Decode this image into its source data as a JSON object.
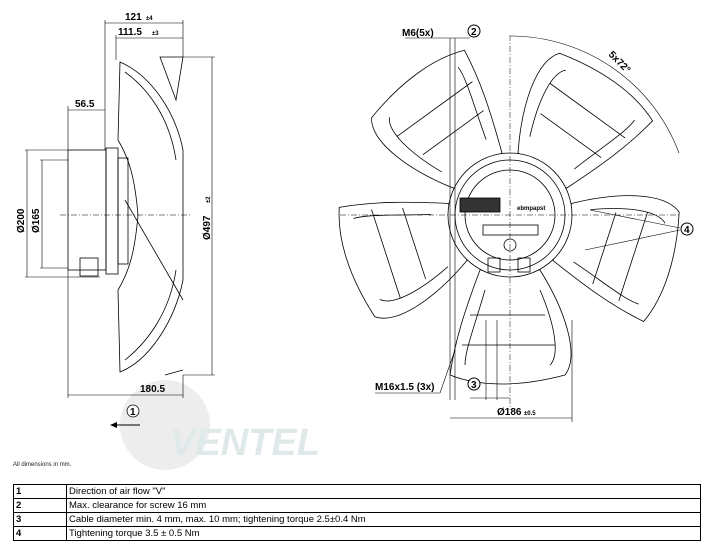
{
  "side_view": {
    "dim_121": "121",
    "tol_121": "±4",
    "dim_111": "111.5",
    "tol_111": "±3",
    "dim_56": "56.5",
    "dim_200": "Ø200",
    "dim_165": "Ø165",
    "dim_497": "Ø497",
    "tol_497": "±2",
    "dim_180": "180.5"
  },
  "front_view": {
    "m6": "M6(5x)",
    "angle": "5x72°",
    "m16": "M16x1.5 (3x)",
    "dim_186": "Ø186",
    "tol_186": "±0.5",
    "callout_2": "2",
    "callout_3": "3",
    "callout_4": "4",
    "brand": "ebmpapst"
  },
  "callout_1": "1",
  "watermark": "VENTEL",
  "note": "All dimensions in mm.",
  "legend": [
    {
      "num": "1",
      "text": "Direction of air flow \"V\""
    },
    {
      "num": "2",
      "text": "Max. clearance for screw 16 mm"
    },
    {
      "num": "3",
      "text": "Cable diameter min. 4 mm, max. 10 mm; tightening torque 2.5±0.4 Nm"
    },
    {
      "num": "4",
      "text": "Tightening torque 3.5 ± 0.5 Nm"
    }
  ]
}
